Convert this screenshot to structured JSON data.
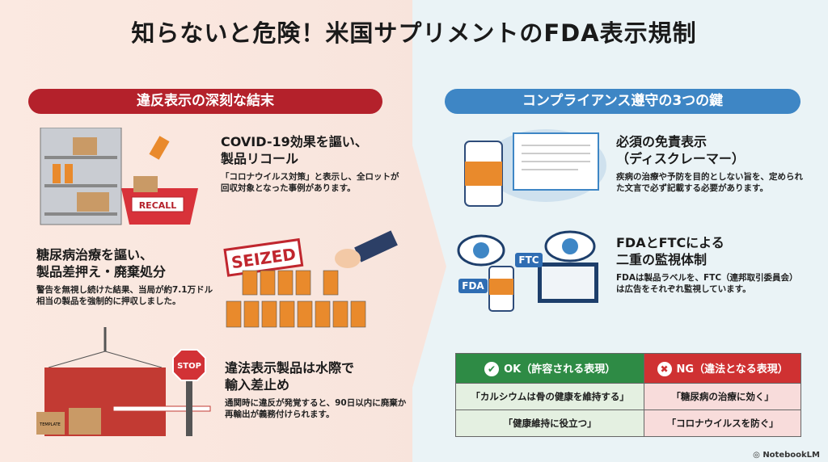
{
  "title": "知らないと危険！米国サプリメントのFDA表示規制",
  "left": {
    "header": "違反表示の深刻な結末",
    "items": [
      {
        "heading_1": "COVID-19効果を謳い、",
        "heading_2": "製品リコール",
        "desc": "「コロナウイルス対策」と表示し、全ロットが回収対象となった事例があります。",
        "sign": "RECALL"
      },
      {
        "heading_1": "糖尿病治療を謳い、",
        "heading_2": "製品差押え・廃棄処分",
        "desc": "警告を無視し続けた結果、当局が約7.1万ドル相当の製品を強制的に押収しました。",
        "sign": "SEIZED"
      },
      {
        "heading_1": "違法表示製品は水際で",
        "heading_2": "輸入差止め",
        "desc": "通関時に違反が発覚すると、90日以内に廃棄か再輸出が義務付けられます。",
        "sign": "STOP",
        "box_label": "TEMPLATE"
      }
    ]
  },
  "right": {
    "header": "コンプライアンス遵守の3つの鍵",
    "items": [
      {
        "heading_1": "必須の免責表示",
        "heading_2": "（ディスクレーマー）",
        "desc": "疾病の治療や予防を目的としない旨を、定められた文言で必ず記載する必要があります。"
      },
      {
        "heading_1": "FDAとFTCによる",
        "heading_2": "二重の監視体制",
        "desc": "FDAは製品ラベルを、FTC（連邦取引委員会）は広告をそれぞれ監視しています。",
        "label_fda": "FDA",
        "label_ftc": "FTC"
      }
    ],
    "table": {
      "ok_header": "OK（許容される表現）",
      "ng_header": "NG（違法となる表現）",
      "rows": [
        {
          "ok": "「カルシウムは骨の健康を維持する」",
          "ng": "「糖尿病の治療に効く」"
        },
        {
          "ok": "「健康維持に役立つ」",
          "ng": "「コロナウイルスを防ぐ」"
        }
      ]
    }
  },
  "footer": "NotebookLM"
}
